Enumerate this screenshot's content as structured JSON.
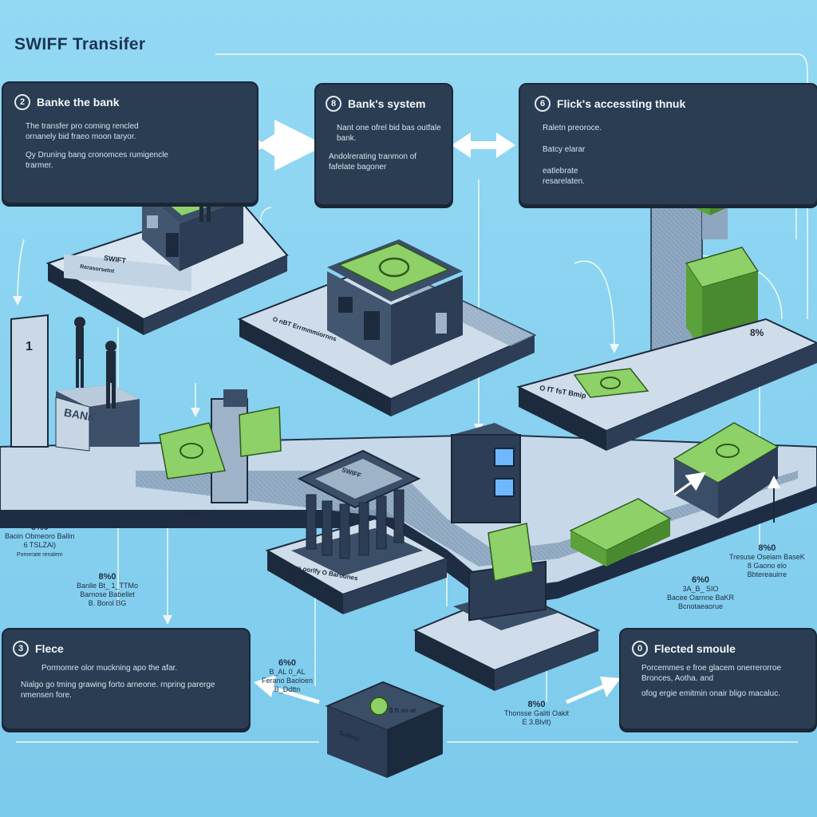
{
  "title": "SWIFF Transifer",
  "panels": {
    "p1": {
      "num": "2",
      "title": "Banke the bank",
      "l1": "The transfer pro coming rencled ornanely bid fraeo moon taryor.",
      "l2": "Qy Druning bang cronomces rumigencle trarmer."
    },
    "p2": {
      "num": "8",
      "title": "Bank's system",
      "l1": "Nant one ofrel bid bas outfale bank.",
      "l2": "Andolrerating tranmon of fafelate bagoner"
    },
    "p3": {
      "num": "6",
      "title": "Flick's accessting thnuk",
      "i1": "Raletn preoroce.",
      "i2": "Batcy elarar",
      "i3": "eatlebrate resarelaten."
    },
    "p4": {
      "num": "3",
      "title": "Flece",
      "l1": "Pormomre olor muckning apo the afar.",
      "l2": "Nialgo go tming grawing forto arneone. rnpring parerge nmensen fore."
    },
    "p5": {
      "num": "0",
      "title": "Flected smoule",
      "l1": "Porcemmes e froe glacem onerrerorroe Bronces, Aotha. and",
      "l2": "ofog ergie emitmin onair bligo macaluc."
    }
  },
  "labels": {
    "plate1": "SWIFT",
    "plate1b": "Rerasorsetnt",
    "bank_sign": "BANK",
    "one": "1",
    "swift_sign": "SWIFF",
    "plate2": "O nBT Errmmmiornns",
    "plate3": "O fT fsT Bmip",
    "plate4": "Poaure oorlfy O Barounes",
    "pct1": "6%",
    "pct2": "8%",
    "box_label": "Sulfcnt",
    "box_sign": "$ ft on ar",
    "pc1": "6%0",
    "pc2": "8%0",
    "pc3": "6%0",
    "pc4": "8%0",
    "pc5": "6%0",
    "pc6": "8%0"
  },
  "side_labels": {
    "left1": {
      "l1": "Baoin Obmeoro Ballin",
      "l2": "6 TSLZAl)",
      "l3": "Pomerate renalem"
    },
    "left2": {
      "l1": "Banlle Bt_ 1_TTMo",
      "l2": "Barnose Babellet",
      "l3": "B. Borol BG"
    },
    "mid": {
      "l1": "B_AL 0_AL",
      "l2": "Ferano Baoloen",
      "l3": "B_Ddttn"
    },
    "right1": {
      "l1": "Tresuse Oseiam BaseK",
      "l2": "8 Gaono elo",
      "l3": "Bbtereauirre"
    },
    "right2": {
      "l1": "3A_B_ SIO",
      "l2": "Bacee Oarnne BaKR",
      "l3": "Bcnotaeaorue"
    },
    "bottom": {
      "l1": "Thonsse Galiti Oakit",
      "l2": "E 3.Blvlt)"
    }
  },
  "colors": {
    "panel": "#2b3d52",
    "accent": "#6cc13c",
    "sky": "#8ed6f2"
  }
}
